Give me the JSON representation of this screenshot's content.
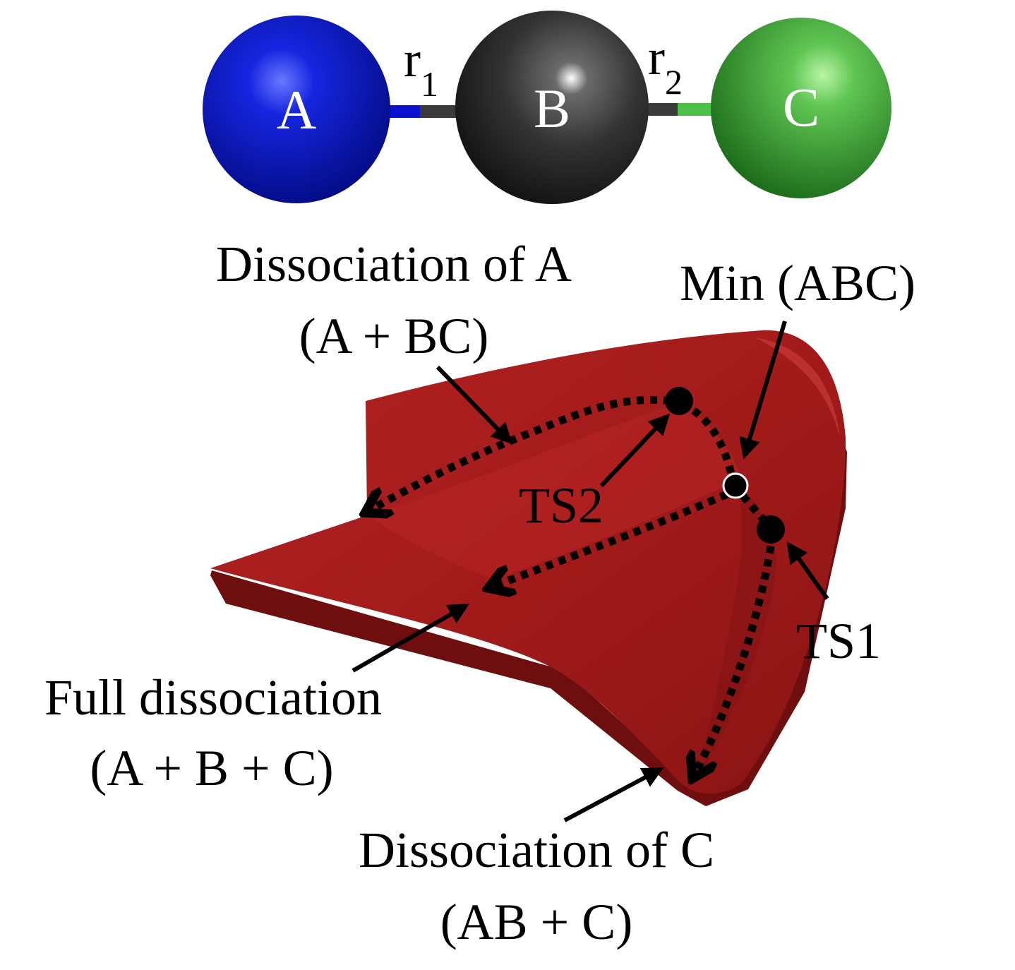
{
  "molecule": {
    "atoms": [
      {
        "label": "A",
        "color": "#0a14c8"
      },
      {
        "label": "B",
        "color": "#2e2e2e"
      },
      {
        "label": "C",
        "color": "#3faa3c"
      }
    ],
    "bonds": [
      {
        "symbol": "r",
        "subscript": "1"
      },
      {
        "symbol": "r",
        "subscript": "2"
      }
    ]
  },
  "labels": {
    "diss_a_line1": "Dissociation of A",
    "diss_a_line2": "(A + BC)",
    "min_abc": "Min (ABC)",
    "ts2": "TS2",
    "ts1": "TS1",
    "full_line1": "Full dissociation",
    "full_line2": "(A + B + C)",
    "diss_c_line1": "Dissociation of C",
    "diss_c_line2": "(AB + C)"
  },
  "colors": {
    "surface": "#a81c1c",
    "surface_shadow": "#7a1010",
    "path": "#000000"
  }
}
